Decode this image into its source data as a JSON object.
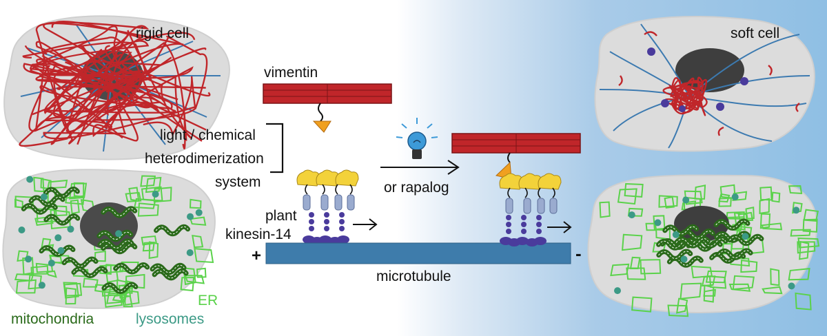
{
  "labels": {
    "rigid_cell": "rigid cell",
    "soft_cell": "soft cell",
    "vimentin": "vimentin",
    "hetero_line1": "light / chemical",
    "hetero_line2": "heterodimerization",
    "hetero_line3": "system",
    "plant": "plant",
    "kinesin": "kinesin-14",
    "or_rapalog": "or rapalog",
    "microtubule": "microtubule",
    "plus": "+",
    "minus": "-",
    "er": "ER",
    "mitochondria": "mitochondria",
    "lysosomes": "lysosomes"
  },
  "colors": {
    "vimentin": "#c0262a",
    "microtubule_filament": "#3c7ab0",
    "microtubule_bar": "#3e7cab",
    "er": "#5ad24a",
    "mitochondria": "#2a6a1a",
    "lysosomes": "#3c9a86",
    "nucleus": "#4a4a4a",
    "kinesin_head": "#4a3b9c",
    "kinesin_stalk": "#9aabcf",
    "tag_yellow": "#f3d23a",
    "tag_orange": "#f0a020",
    "cell_body": "#dcdcdc"
  },
  "icons": [
    "lightbulb-icon",
    "arrow-right-icon"
  ]
}
